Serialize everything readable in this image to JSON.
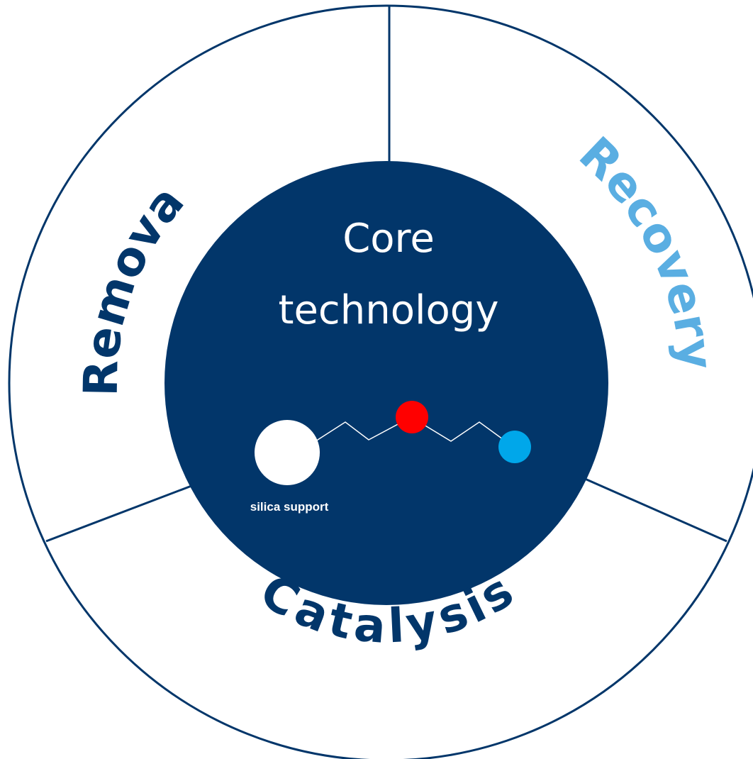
{
  "diagram": {
    "segments": {
      "removal": {
        "label": "Removal",
        "color": "#02366a"
      },
      "recovery": {
        "label": "Recovery",
        "color": "#5aaee2"
      },
      "catalysis": {
        "label": "Catalysis",
        "color": "#02366a"
      }
    },
    "core": {
      "line1": "Core",
      "line2": "technology",
      "fill": "#02366a",
      "text_color": "#ffffff"
    },
    "molecule": {
      "support_label": "silica support",
      "support_color": "#ffffff",
      "middle_atom_color": "#ff0000",
      "end_atom_color": "#00a7ea",
      "chain_color": "#ffffff"
    },
    "outline_color": "#02366a"
  }
}
